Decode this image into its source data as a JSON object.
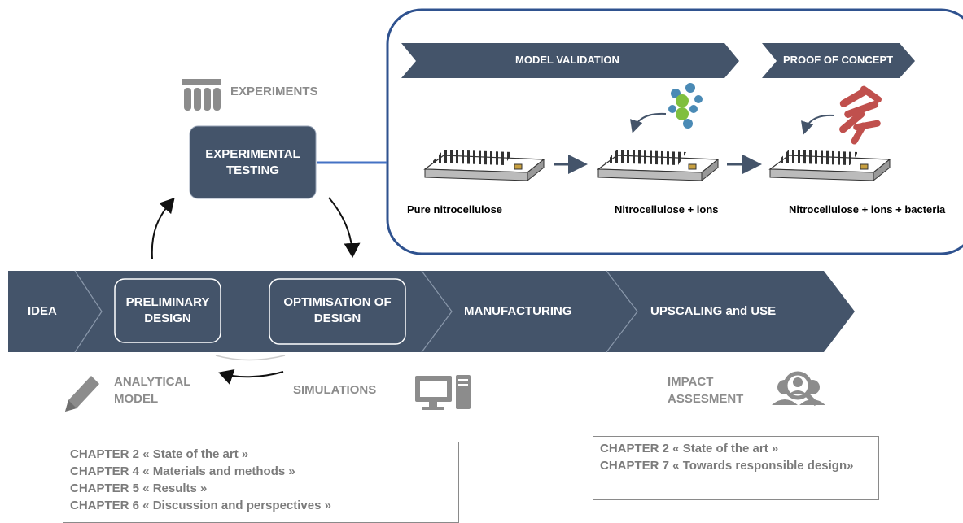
{
  "experiments_label": "EXPERIMENTS",
  "experimental_testing": "EXPERIMENTAL\nTESTING",
  "banner_model_validation": "MODEL VALIDATION",
  "banner_proof_of_concept": "PROOF OF CONCEPT",
  "sample_labels": [
    "Pure nitrocellulose",
    "Nitrocellulose + ions",
    "Nitrocellulose + ions + bacteria"
  ],
  "process_steps": {
    "idea": "IDEA",
    "preliminary_design": "PRELIMINARY\nDESIGN",
    "optimisation_of_design": "OPTIMISATION OF\nDESIGN",
    "manufacturing": "MANUFACTURING",
    "upscaling": "UPSCALING and USE"
  },
  "analytical_model": "ANALYTICAL\nMODEL",
  "simulations": "SIMULATIONS",
  "impact_assessment": "IMPACT\nASSESMENT",
  "chapters_left": [
    "CHAPTER 2 « State of the art »",
    "CHAPTER 4 « Materials and methods  »",
    "CHAPTER 5 « Results »",
    "CHAPTER 6 « Discussion and perspectives »"
  ],
  "chapters_right": [
    "CHAPTER 2  « State of the art »",
    "CHAPTER 7 «  Towards responsible design»"
  ],
  "colors": {
    "navy": "#44546a",
    "frame": "#2f528f",
    "connector": "#4472c4",
    "grey_text": "#8c8c8c",
    "bacteria": "#c0504d"
  },
  "icons": [
    "test-tubes-icon",
    "pencil-icon",
    "computer-icon",
    "people-search-icon",
    "ion-icon",
    "bacteria-icon",
    "sensor-chip-icon"
  ]
}
